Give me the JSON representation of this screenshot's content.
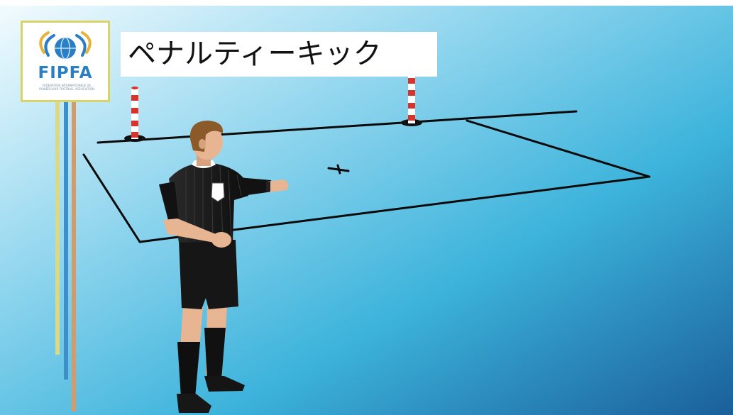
{
  "title": "ペナルティーキック",
  "logo": {
    "name": "FIPFA",
    "fine_print": "FEDERATION INTERNATIONALE DE POWERCHAIR FOOTBALL ASSOCIATION"
  },
  "colors": {
    "background_light": "#e8f6fc",
    "background_mid": "#3fb6dc",
    "background_dark": "#1d6aa3",
    "field_line": "#0a0a0a",
    "logo_blue": "#2a7fc4",
    "logo_border": "#d9d36a",
    "pole_red": "#d8342b",
    "referee_kit": "#141414",
    "skin": "#e8b592"
  }
}
